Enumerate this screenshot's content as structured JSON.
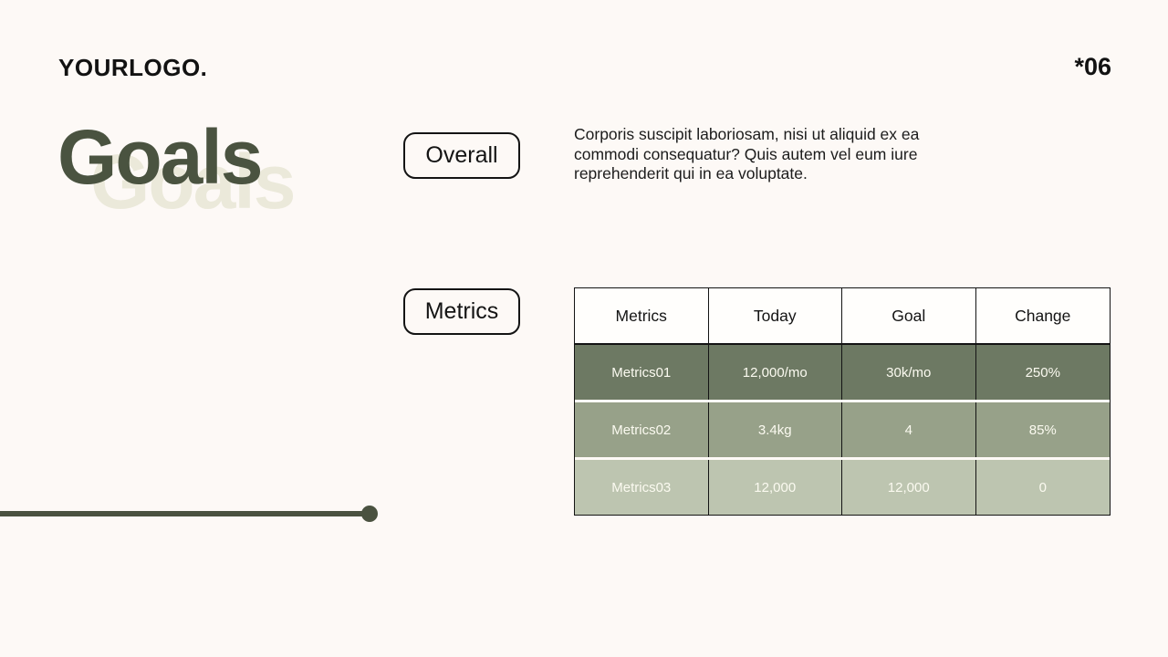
{
  "header": {
    "logo": "YOURLOGO.",
    "page_number": "*06"
  },
  "title": "Goals",
  "overall": {
    "label": "Overall",
    "description": "Corporis suscipit laboriosam, nisi ut aliquid ex ea commodi consequatur? Quis autem vel eum iure reprehenderit qui in ea voluptate."
  },
  "metrics": {
    "label": "Metrics",
    "table": {
      "headers": [
        "Metrics",
        "Today",
        "Goal",
        "Change"
      ],
      "rows": [
        {
          "color": "#6d7963",
          "cells": [
            "Metrics01",
            "12,000/mo",
            "30k/mo",
            "250%"
          ]
        },
        {
          "color": "#97a189",
          "cells": [
            "Metrics02",
            "3.4kg",
            "4",
            "85%"
          ]
        },
        {
          "color": "#bdc5b0",
          "cells": [
            "Metrics03",
            "12,000",
            "12,000",
            "0"
          ]
        }
      ]
    }
  },
  "colors": {
    "background": "#fdf9f6",
    "accent_dark_green": "#4a5340",
    "title_shadow": "#ebe9da",
    "line": "#4a5240",
    "border": "#141414"
  }
}
